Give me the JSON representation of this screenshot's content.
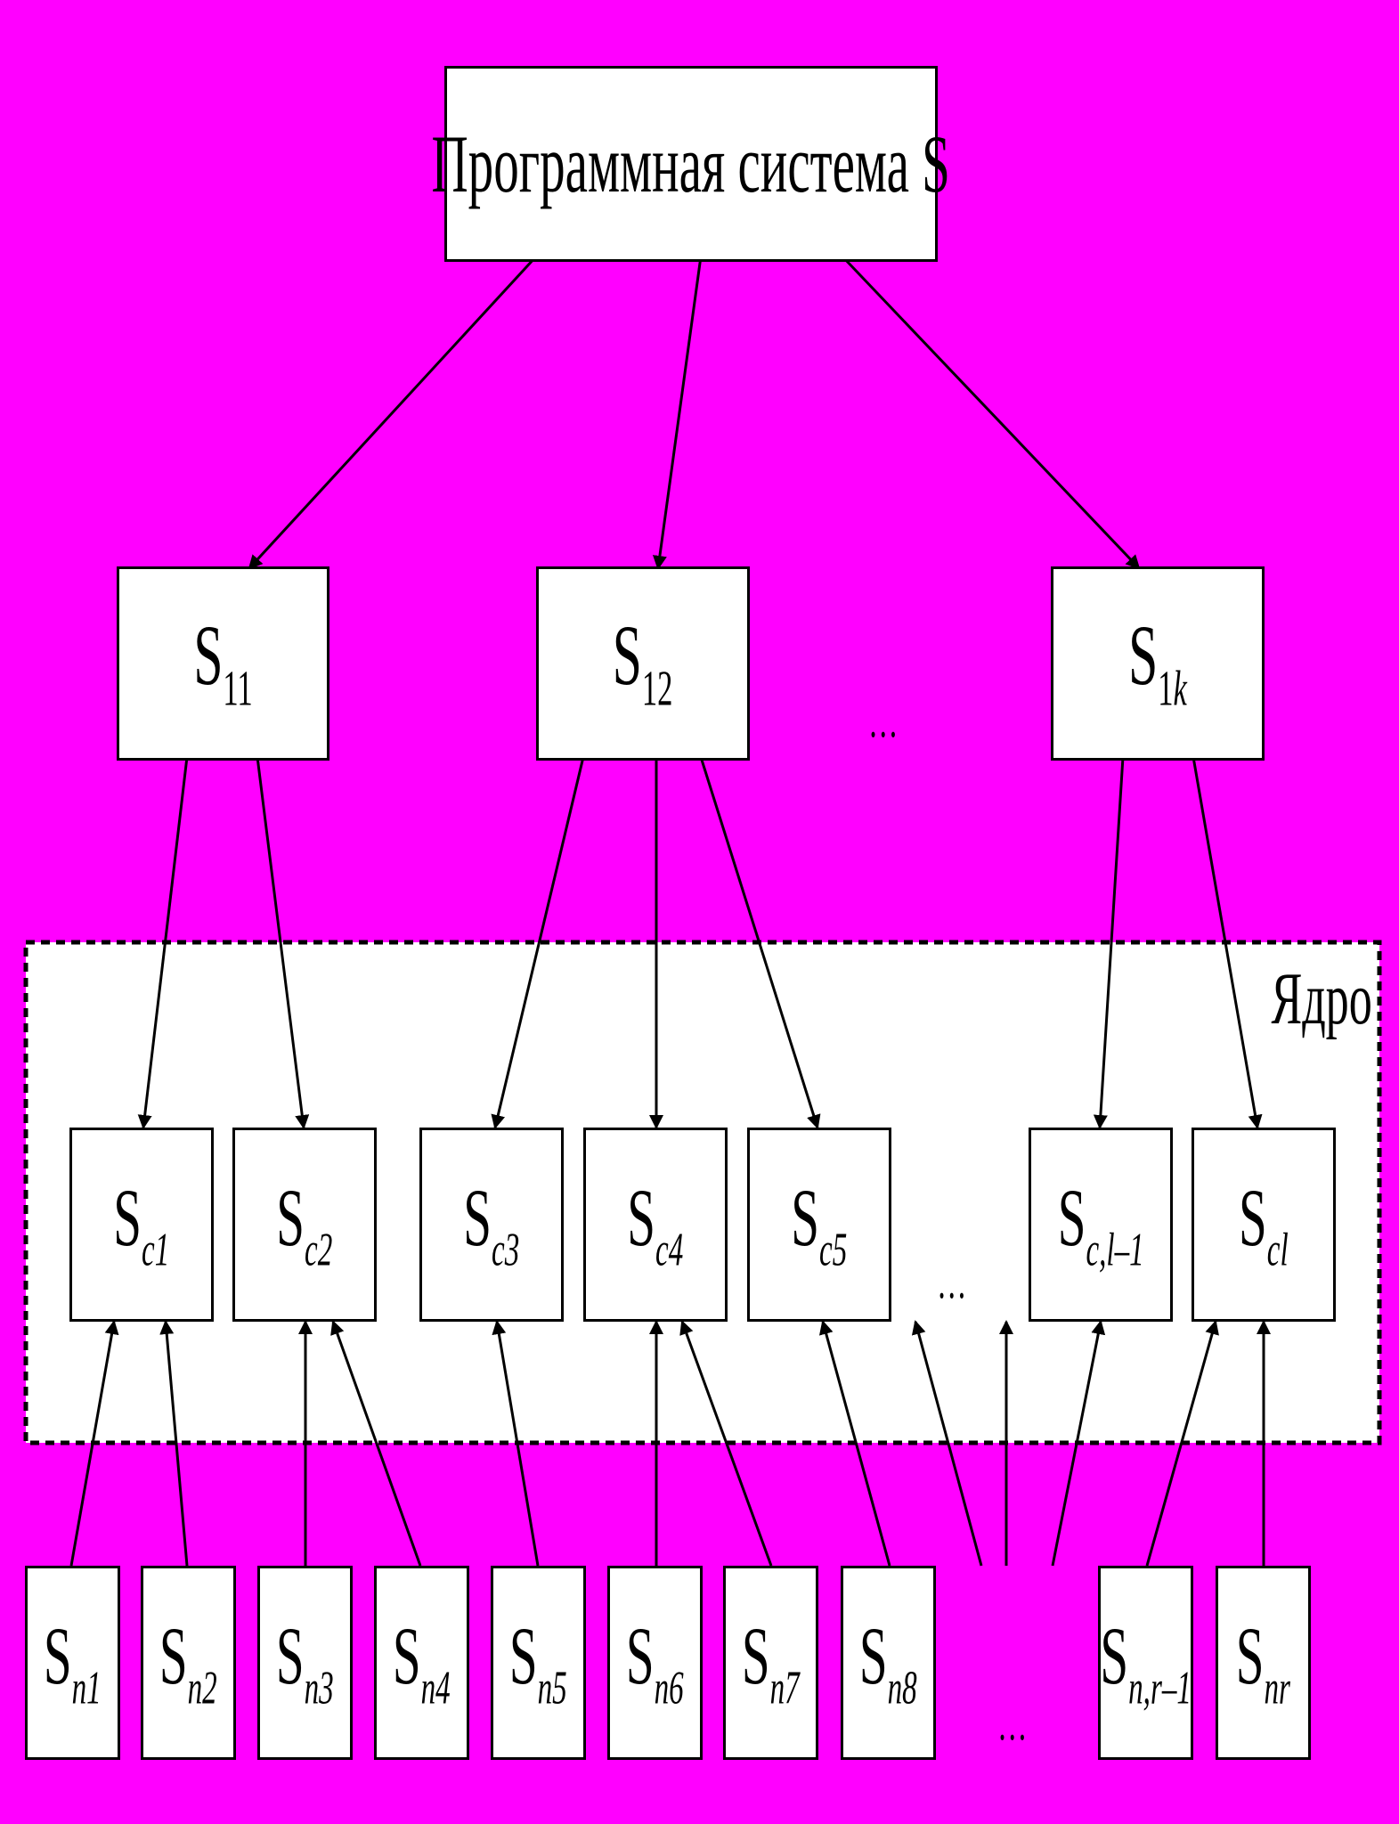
{
  "root": {
    "text": "Программная система S"
  },
  "core_label": "Ядро",
  "mid_nodes": [
    {
      "id": "s11",
      "base": "S",
      "sub": "11"
    },
    {
      "id": "s12",
      "base": "S",
      "sub": "12"
    },
    {
      "id": "s1k",
      "base": "S",
      "sub": "1",
      "sub_italic": "k"
    }
  ],
  "core_nodes": [
    {
      "id": "sc1",
      "base": "S",
      "sub": "c1"
    },
    {
      "id": "sc2",
      "base": "S",
      "sub": "c2"
    },
    {
      "id": "sc3",
      "base": "S",
      "sub": "c3"
    },
    {
      "id": "sc4",
      "base": "S",
      "sub": "c4"
    },
    {
      "id": "sc5",
      "base": "S",
      "sub": "c5"
    },
    {
      "id": "sc-l-1",
      "base": "S",
      "sub": "c,l–1"
    },
    {
      "id": "scl",
      "base": "S",
      "sub": "cl"
    }
  ],
  "leaf_nodes": [
    {
      "id": "sn1",
      "base": "S",
      "sub": "n1"
    },
    {
      "id": "sn2",
      "base": "S",
      "sub": "n2"
    },
    {
      "id": "sn3",
      "base": "S",
      "sub": "n3"
    },
    {
      "id": "sn4",
      "base": "S",
      "sub": "n4"
    },
    {
      "id": "sn5",
      "base": "S",
      "sub": "n5"
    },
    {
      "id": "sn6",
      "base": "S",
      "sub": "n6"
    },
    {
      "id": "sn7",
      "base": "S",
      "sub": "n7"
    },
    {
      "id": "sn8",
      "base": "S",
      "sub": "n8"
    },
    {
      "id": "sn-r-1",
      "base": "S",
      "sub": "n,r–1"
    },
    {
      "id": "snr",
      "base": "S",
      "sub": "nr"
    }
  ],
  "ellipsis": "…",
  "colors": {
    "background": "#ff00ff",
    "node_fill": "#ffffff",
    "stroke": "#000000"
  }
}
